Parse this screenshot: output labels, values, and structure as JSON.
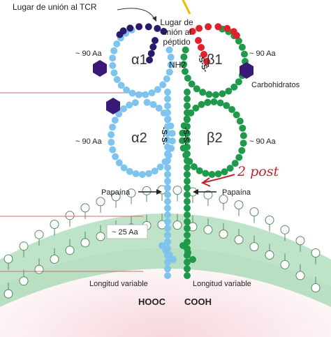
{
  "labels": {
    "tcr_site": "Lugar de unión al TCR",
    "peptide_site_line1": "Lugar de",
    "peptide_site_line2": "unión al",
    "peptide_site_line3": "péptido",
    "nh2": "NH2",
    "aa_top_left": "~ 90 Aa",
    "aa_top_right": "~ 90 Aa",
    "aa_mid_left": "~ 90 Aa",
    "aa_mid_right": "~ 90 Aa",
    "aa_membrane": "~ 25 Aa",
    "alpha1": "α1",
    "beta1": "β1",
    "alpha2": "α2",
    "beta2": "β2",
    "carbohydrates": "Carbohidratos",
    "papain_left": "Papaína",
    "papain_right": "Papaína",
    "variable_left": "Longitud variable",
    "variable_right": "Longitud variable",
    "hooc": "HOOC",
    "cooh": "COOH",
    "disulfide": "-S-S-",
    "annotation": "2 post"
  },
  "colors": {
    "alpha_chain": "#7ec4ee",
    "beta_chain": "#1e9a4a",
    "binding_left": "#2a1a6e",
    "binding_right": "#e0202a",
    "carbohydrate": "#3a1a78",
    "membrane": "#bfe3c8",
    "annotation": "#c0242c"
  }
}
